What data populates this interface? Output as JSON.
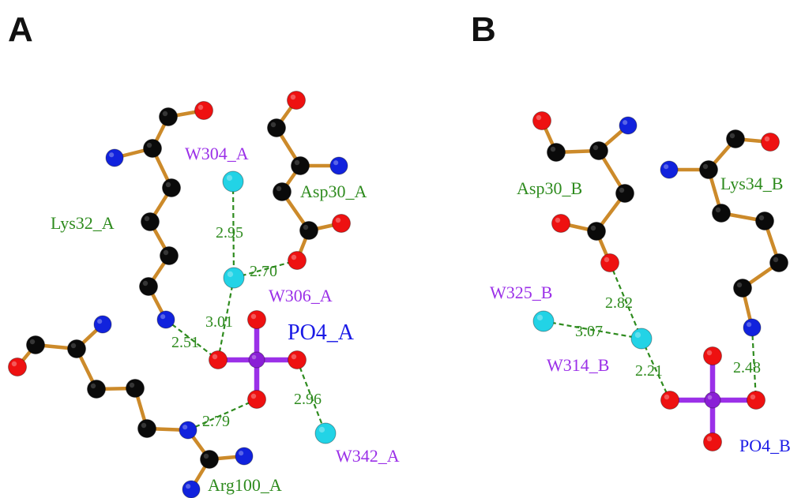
{
  "colors": {
    "carbon": "#0a0a0a",
    "oxygen": "#ee1111",
    "nitrogen": "#1122dd",
    "water": "#22d3e6",
    "phosphorus": "#8a1fd6",
    "bond": "#cc8a2a",
    "phosphate_bond": "#9b30e8",
    "hbond": "#2e8b1e",
    "residue_label": "#2e8b1e",
    "water_label": "#9b30e8",
    "ligand_label": "#1a1ae6",
    "distance_label": "#2e8b1e"
  },
  "panels": [
    {
      "letter": "A",
      "labels": {
        "lys": "Lys32_A",
        "asp": "Asp30_A",
        "arg": "Arg100_A",
        "w304": "W304_A",
        "w306": "W306_A",
        "w342": "W342_A",
        "po4": "PO4_A"
      },
      "distances": {
        "w304_w306": "2.95",
        "w306_asp": "2.70",
        "w306_o": "3.01",
        "lys_o": "2.51",
        "arg_o": "2.79",
        "w342_o": "2.96"
      }
    },
    {
      "letter": "B",
      "labels": {
        "asp": "Asp30_B",
        "lys": "Lys34_B",
        "w325": "W325_B",
        "w314": "W314_B",
        "po4": "PO4_B"
      },
      "distances": {
        "asp_w314": "2.82",
        "w325_w314": "3.07",
        "w314_o": "2.21",
        "lys_o": "2.48"
      }
    }
  ]
}
